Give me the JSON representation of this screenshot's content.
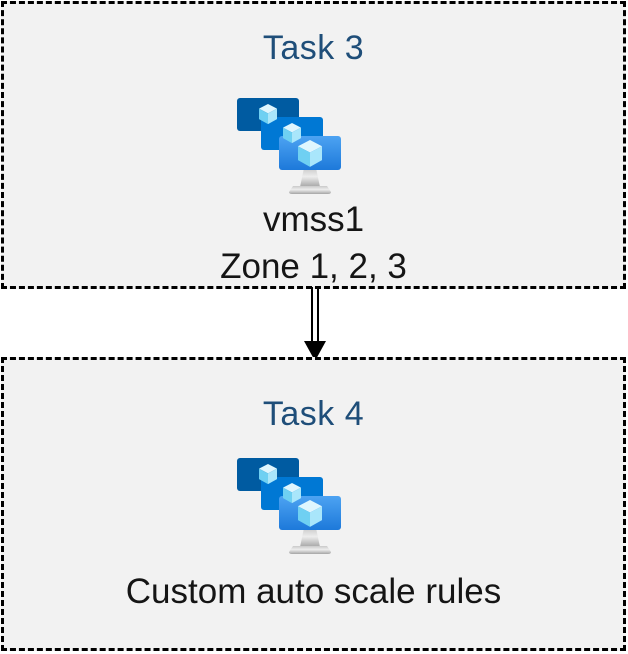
{
  "diagram": {
    "nodes": [
      {
        "id": "task3",
        "title": "Task 3",
        "icon": "vm-scale-sets-icon",
        "label_lines": [
          "vmss1",
          "Zone 1, 2, 3"
        ]
      },
      {
        "id": "task4",
        "title": "Task 4",
        "icon": "vm-scale-sets-icon",
        "label_lines": [
          "Custom auto scale rules"
        ]
      }
    ],
    "connector": {
      "type": "double-line-arrow",
      "direction": "down",
      "from": "Task 3",
      "to": "Task 4"
    },
    "colors": {
      "title_text": "#1F4E79",
      "body_text": "#151515",
      "box_background": "#F2F2F2",
      "box_border": "#000000",
      "icon_back_screen": "#005BA1",
      "icon_middle_screen": "#0078D4",
      "icon_front_screen_top": "#4DA3F2",
      "icon_front_screen_bottom": "#1D79DA",
      "cube_top_face": "#DFF6FE",
      "cube_left_face": "#6FD0F2",
      "cube_right_face": "#A9E6FB",
      "stand_gray": "#C9C9C9"
    }
  }
}
